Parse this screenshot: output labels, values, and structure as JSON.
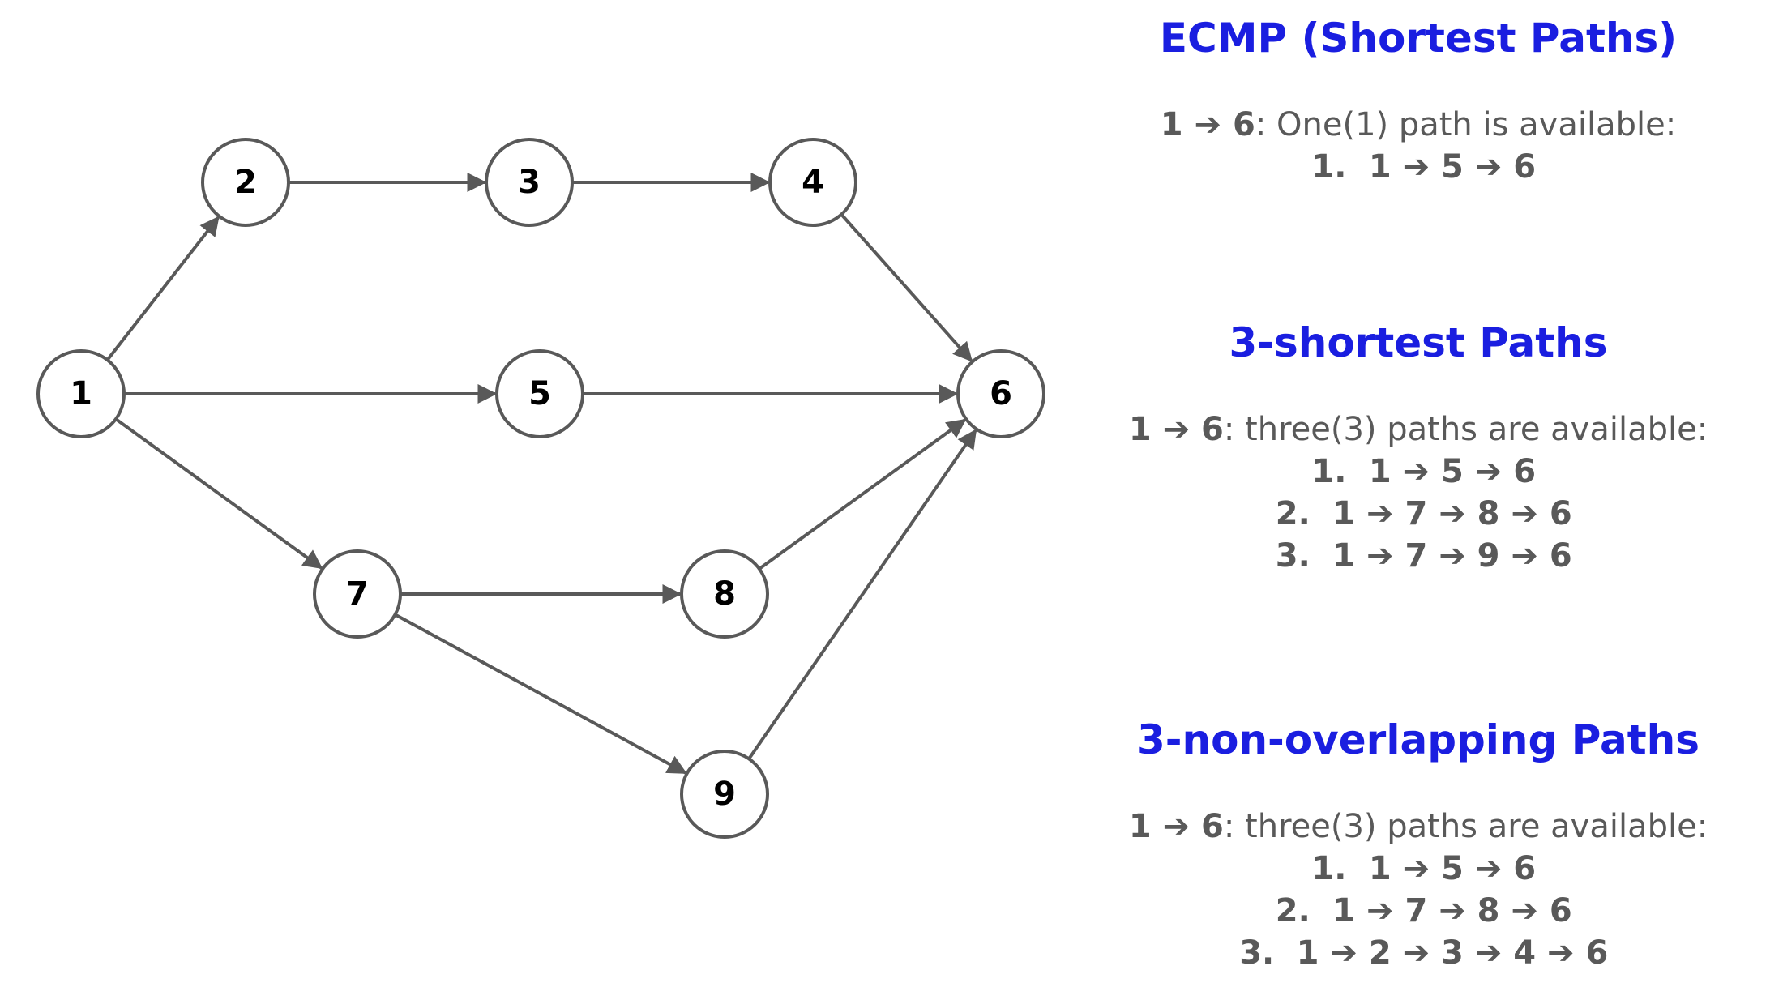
{
  "colors": {
    "heading": "#1a1ee0",
    "text": "#595959",
    "node_stroke": "#595959",
    "edge": "#595959"
  },
  "graph": {
    "nodes": [
      {
        "id": "1",
        "label": "1"
      },
      {
        "id": "2",
        "label": "2"
      },
      {
        "id": "3",
        "label": "3"
      },
      {
        "id": "4",
        "label": "4"
      },
      {
        "id": "5",
        "label": "5"
      },
      {
        "id": "6",
        "label": "6"
      },
      {
        "id": "7",
        "label": "7"
      },
      {
        "id": "8",
        "label": "8"
      },
      {
        "id": "9",
        "label": "9"
      }
    ],
    "edges": [
      {
        "from": "1",
        "to": "2"
      },
      {
        "from": "2",
        "to": "3"
      },
      {
        "from": "3",
        "to": "4"
      },
      {
        "from": "4",
        "to": "6"
      },
      {
        "from": "1",
        "to": "5"
      },
      {
        "from": "5",
        "to": "6"
      },
      {
        "from": "1",
        "to": "7"
      },
      {
        "from": "7",
        "to": "8"
      },
      {
        "from": "8",
        "to": "6"
      },
      {
        "from": "7",
        "to": "9"
      },
      {
        "from": "9",
        "to": "6"
      }
    ]
  },
  "sections": {
    "ecmp": {
      "title": "ECMP (Shortest Paths)",
      "pair": "1 ➔ 6",
      "desc": ": One(1) path is available:",
      "paths": [
        {
          "num": "1.",
          "path": "1 ➔ 5 ➔ 6"
        }
      ]
    },
    "k_shortest": {
      "title": "3-shortest Paths",
      "pair": "1 ➔ 6",
      "desc": ": three(3) paths are available:",
      "paths": [
        {
          "num": "1.",
          "path": "1 ➔ 5 ➔ 6"
        },
        {
          "num": "2.",
          "path": "1 ➔ 7 ➔ 8 ➔ 6"
        },
        {
          "num": "3.",
          "path": "1 ➔ 7 ➔ 9 ➔ 6"
        }
      ]
    },
    "non_overlapping": {
      "title": "3-non-overlapping Paths",
      "pair": "1 ➔ 6",
      "desc": ": three(3) paths are available:",
      "paths": [
        {
          "num": "1.",
          "path": "1 ➔ 5 ➔ 6"
        },
        {
          "num": "2.",
          "path": "1 ➔ 7 ➔ 8 ➔ 6"
        },
        {
          "num": "3.",
          "path": "1 ➔ 2 ➔ 3 ➔ 4 ➔ 6"
        }
      ]
    }
  }
}
